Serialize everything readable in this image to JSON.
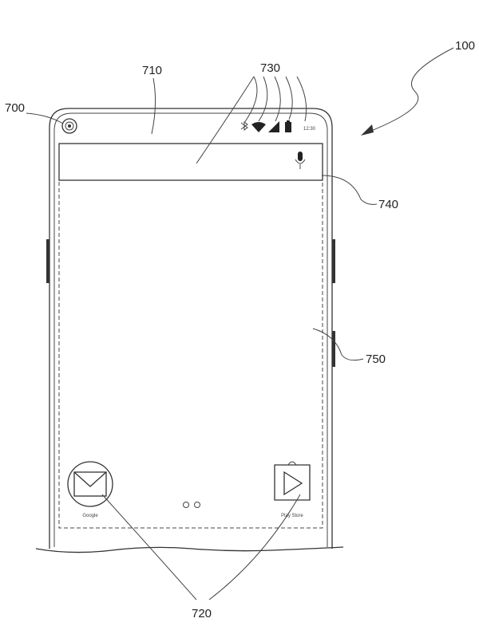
{
  "reference_numerals": {
    "device": "100",
    "camera": "700",
    "status_bar": "710",
    "app_icons": "720",
    "status_indicators": "730",
    "search_bar": "740",
    "display_edge": "750"
  },
  "status_bar": {
    "icons": [
      "bluetooth-icon",
      "wifi-icon",
      "cell-signal-icon",
      "battery-icon"
    ],
    "time": "12:30"
  },
  "search_bar": {
    "icon": "microphone-icon"
  },
  "home_screen": {
    "apps": [
      {
        "label": "Google",
        "icon": "mail-envelope-icon"
      },
      {
        "label": "Play Store",
        "icon": "play-store-icon"
      }
    ],
    "page_indicator_count": 2
  },
  "colors": {
    "line": "#333333",
    "background": "#ffffff"
  }
}
